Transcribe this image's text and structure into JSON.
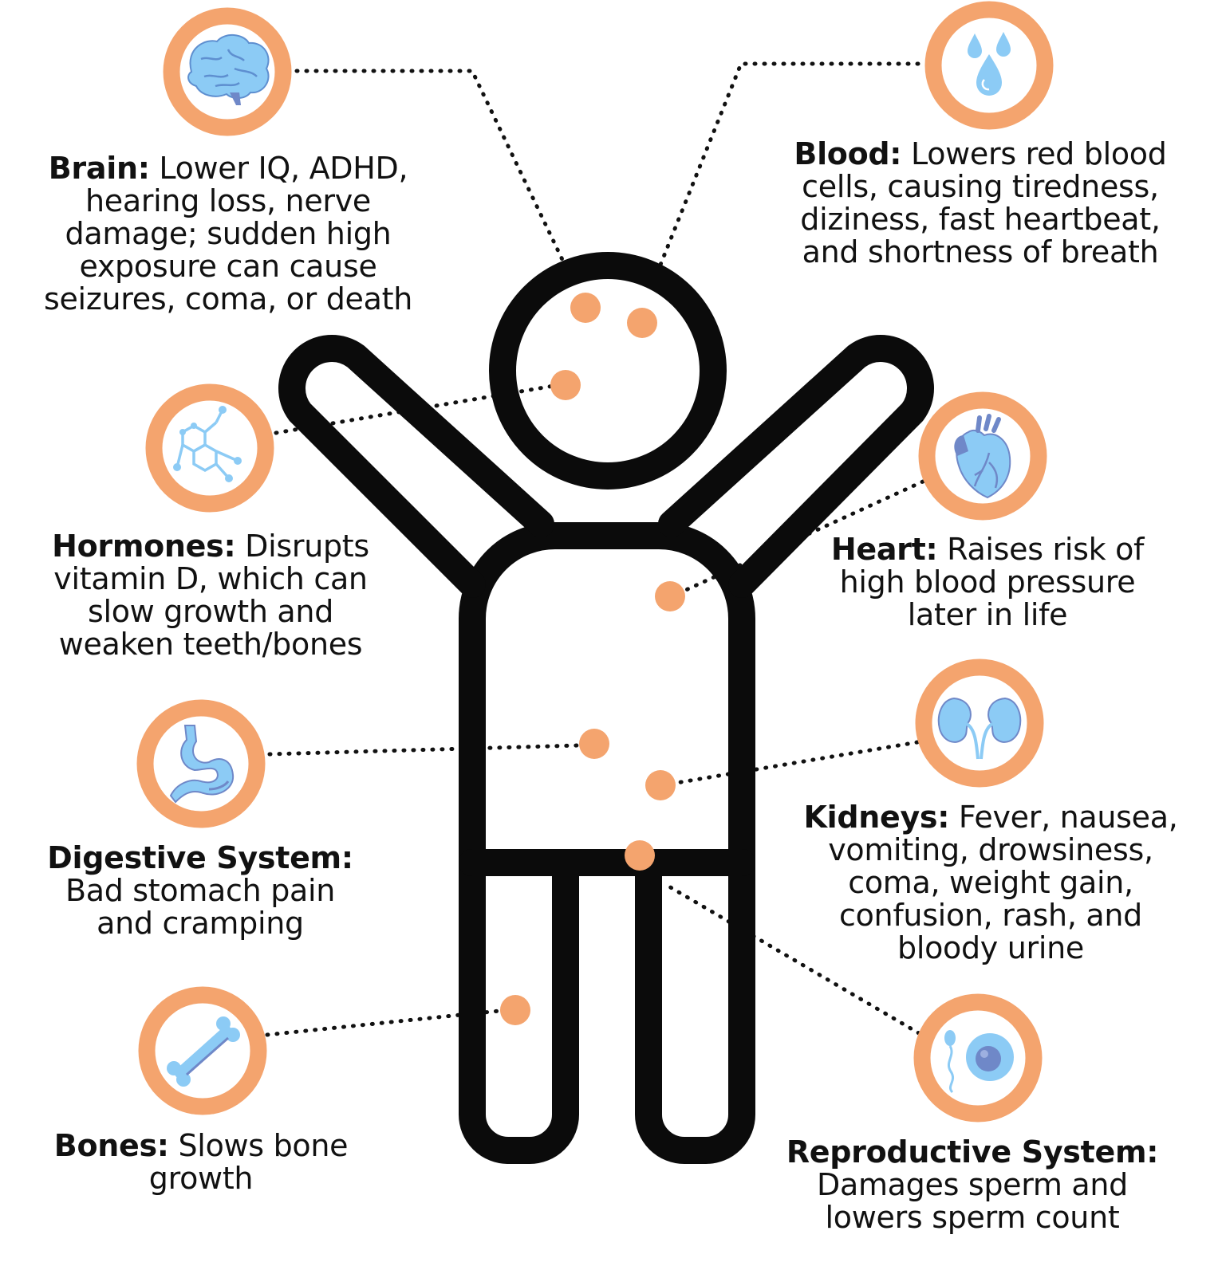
{
  "colors": {
    "ring": "#F4A46E",
    "dot": "#F4A46E",
    "outline": "#0B0B0B",
    "icon_fill": "#8CCBF5",
    "icon_dark": "#6F88C8",
    "text": "#111111"
  },
  "organs": [
    {
      "id": "brain",
      "icon": "brain-icon",
      "title": "Brain:",
      "text": "Lower IQ, ADHD, hearing loss, nerve damage; sudden high exposure can cause seizures, coma, or death"
    },
    {
      "id": "blood",
      "icon": "droplets-icon",
      "title": "Blood:",
      "text": "Lowers red blood cells, causing tiredness, diziness, fast heartbeat, and shortness of breath"
    },
    {
      "id": "hormones",
      "icon": "molecule-icon",
      "title": "Hormones:",
      "text": "Disrupts vitamin D, which can slow growth and weaken teeth/bones"
    },
    {
      "id": "heart",
      "icon": "heart-icon",
      "title": "Heart:",
      "text": "Raises risk of high blood pressure later in life"
    },
    {
      "id": "digestive",
      "icon": "stomach-icon",
      "title": "Digestive System:",
      "text": "Bad stomach pain and cramping"
    },
    {
      "id": "kidneys",
      "icon": "kidneys-icon",
      "title": "Kidneys:",
      "text": "Fever, nausea, vomiting, drowsiness, coma, weight gain, confusion, rash, and bloody urine"
    },
    {
      "id": "bones",
      "icon": "bone-icon",
      "title": "Bones:",
      "text": "Slows bone growth"
    },
    {
      "id": "reproductive",
      "icon": "sperm-egg-icon",
      "title": "Reproductive System:",
      "text": "Damages sperm and lowers sperm count"
    }
  ]
}
